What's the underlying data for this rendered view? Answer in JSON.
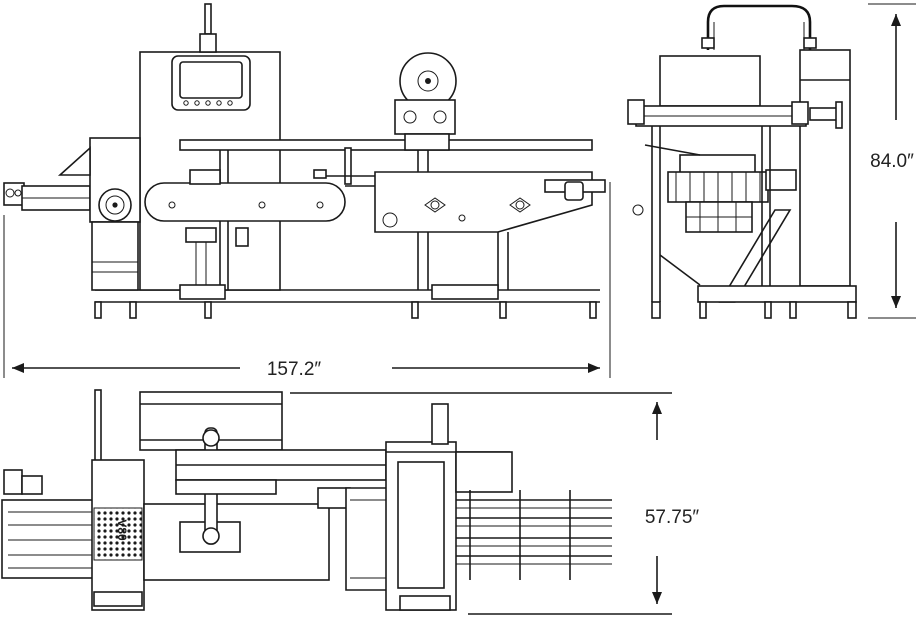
{
  "dimensions": {
    "width": "157.2″",
    "height": "84.0″",
    "depth": "57.75″"
  },
  "brand_mark": "V80",
  "colors": {
    "line": "#1a1a1a",
    "background": "#ffffff"
  }
}
